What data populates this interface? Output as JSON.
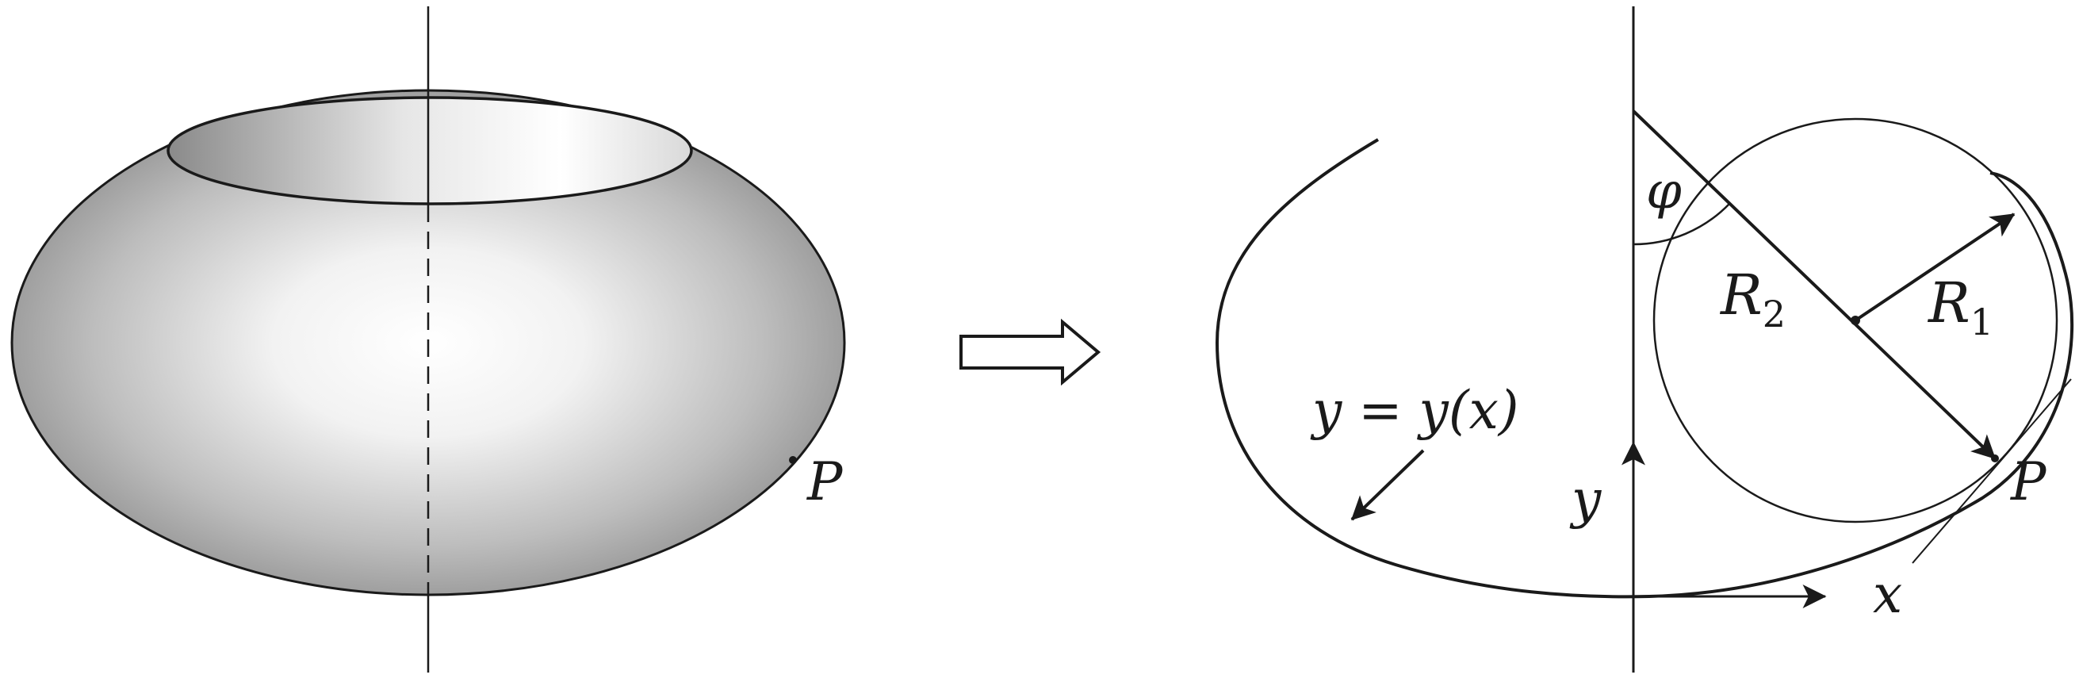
{
  "left_panel": {
    "point_label": "P"
  },
  "right_panel": {
    "angle_label": "φ",
    "r2_label": "R",
    "r2_sub": "2",
    "r1_label": "R",
    "r1_sub": "1",
    "curve_label": "y = y(x)",
    "y_axis_label": "y",
    "x_axis_label": "x",
    "point_label": "P"
  },
  "colors": {
    "ink": "#1a1a1a",
    "shade_dark": "#6b6b6b",
    "shade_light": "#ffffff"
  }
}
